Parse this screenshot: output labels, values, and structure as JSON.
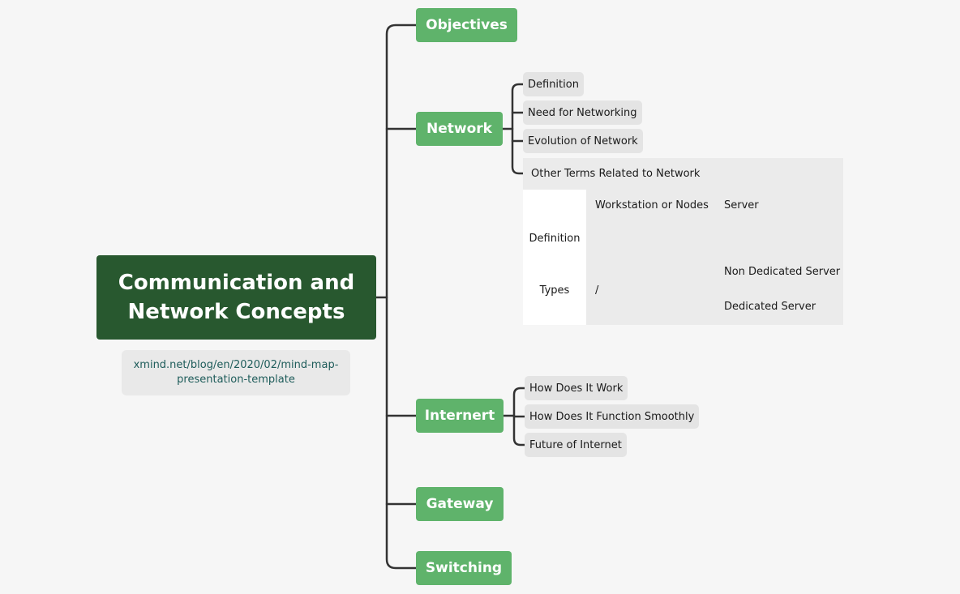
{
  "central_topic": "Communication and Network Concepts",
  "note": "xmind.net/blog/en/2020/02/mind-map-presentation-template",
  "topics": {
    "objectives": "Objectives",
    "network": {
      "label": "Network",
      "children": [
        "Definition",
        "Need for Networking",
        "Evolution of Network"
      ],
      "matrix": {
        "title": "Other Terms Related to Network",
        "columns": [
          "Workstation or Nodes",
          "Server"
        ],
        "rows": [
          {
            "label": "Definition",
            "workstation": "",
            "server": ""
          },
          {
            "label": "Types",
            "workstation": "/",
            "server": [
              "Non Dedicated Server",
              "Dedicated Server"
            ]
          }
        ]
      }
    },
    "internet": {
      "label": "Internert",
      "children": [
        "How Does It Work",
        "How Does It Function Smoothly",
        "Future of Internet"
      ]
    },
    "gateway": "Gateway",
    "switching": "Switching"
  },
  "colors": {
    "central": "#28582f",
    "topic": "#5fb36b",
    "subtopic": "#e4e4e4",
    "connector": "#333333",
    "note_text": "#1e5c5a",
    "background": "#f6f6f6"
  }
}
